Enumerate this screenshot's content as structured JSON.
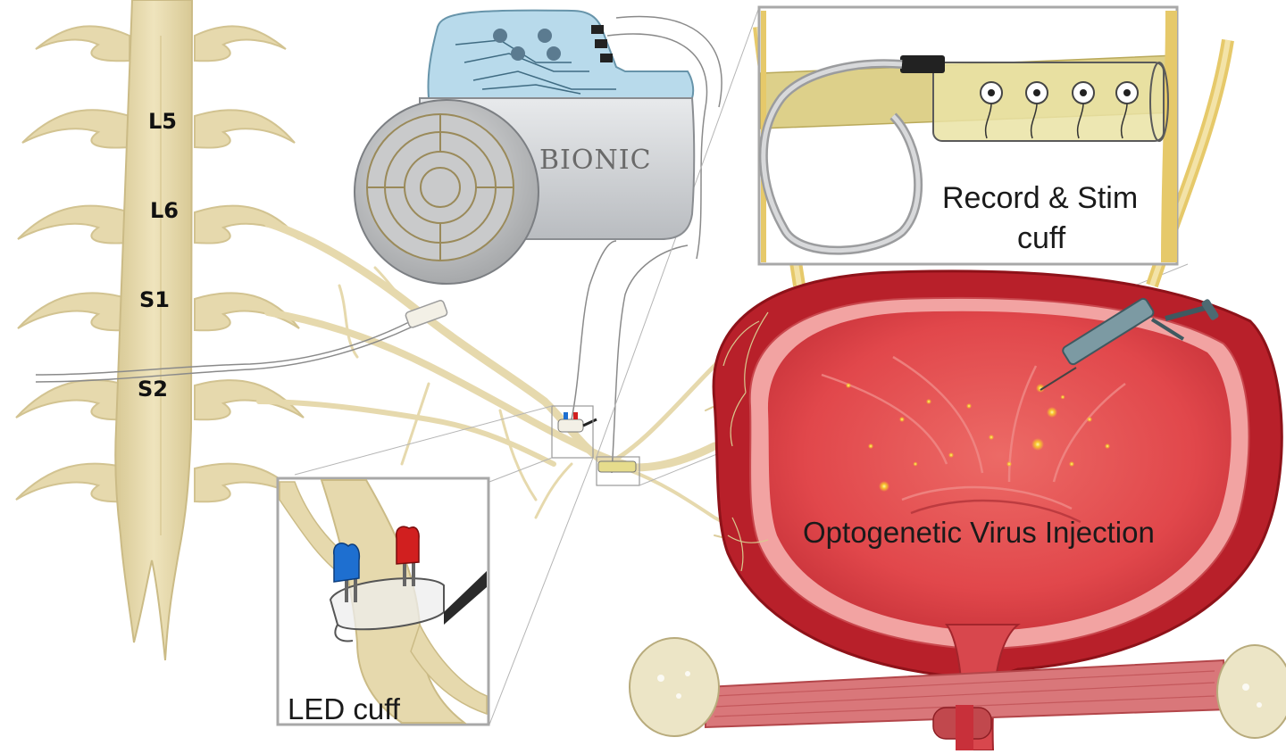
{
  "labels": {
    "vertebrae": [
      "L5",
      "L6",
      "S1",
      "S2"
    ],
    "device_brand": "BIONIC",
    "record_stim_line1": "Record & Stim",
    "record_stim_line2": "cuff",
    "led_cuff": "LED cuff",
    "injection": "Optogenetic Virus Injection"
  },
  "icons": {
    "spinal_cord": "spinal-cord-illustration",
    "device": "implantable-stimulator-device",
    "bladder": "bladder-illustration",
    "syringe": "syringe-icon",
    "blue_led": "blue-led-icon",
    "red_led": "red-led-icon",
    "electrode_cuff": "electrode-cuff-icon"
  },
  "colors": {
    "nerve": "#e6d9ad",
    "nerve_stroke": "#cfc08c",
    "bladder_outer": "#b8202a",
    "bladder_inner": "#e0484c",
    "bladder_wall": "#f0a0a0",
    "device_body": "#d4d6d8",
    "device_top": "#a9d2e6",
    "led_blue": "#1e6fd0",
    "led_red": "#d11f1f",
    "bone": "#ece5c6",
    "urethra_band": "#d9777a"
  }
}
